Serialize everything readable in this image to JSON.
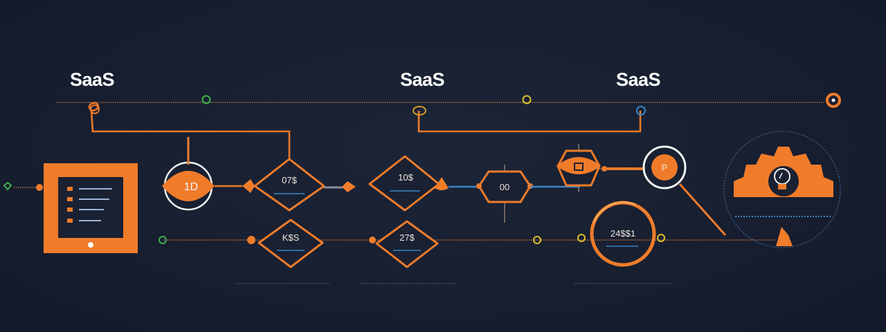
{
  "headings": [
    "SaaS",
    "SaaS",
    "SaaS"
  ],
  "nodes": {
    "n1": "1D",
    "n2": "07$",
    "n3": "10$",
    "n4": "00",
    "n5": "K$S",
    "n6": "27$",
    "n7": "24$$1",
    "n8": "P"
  },
  "colors": {
    "background": "#182032",
    "accent": "#f07c2a",
    "ring_white": "#f2f2f2",
    "highlight_blue": "#3a86c8",
    "highlight_green": "#3bb34a",
    "highlight_yellow": "#e0c12a"
  },
  "icons": {
    "document_panel": "document-list-icon",
    "gear": "gear-icon",
    "bulb": "lightbulb-icon"
  }
}
